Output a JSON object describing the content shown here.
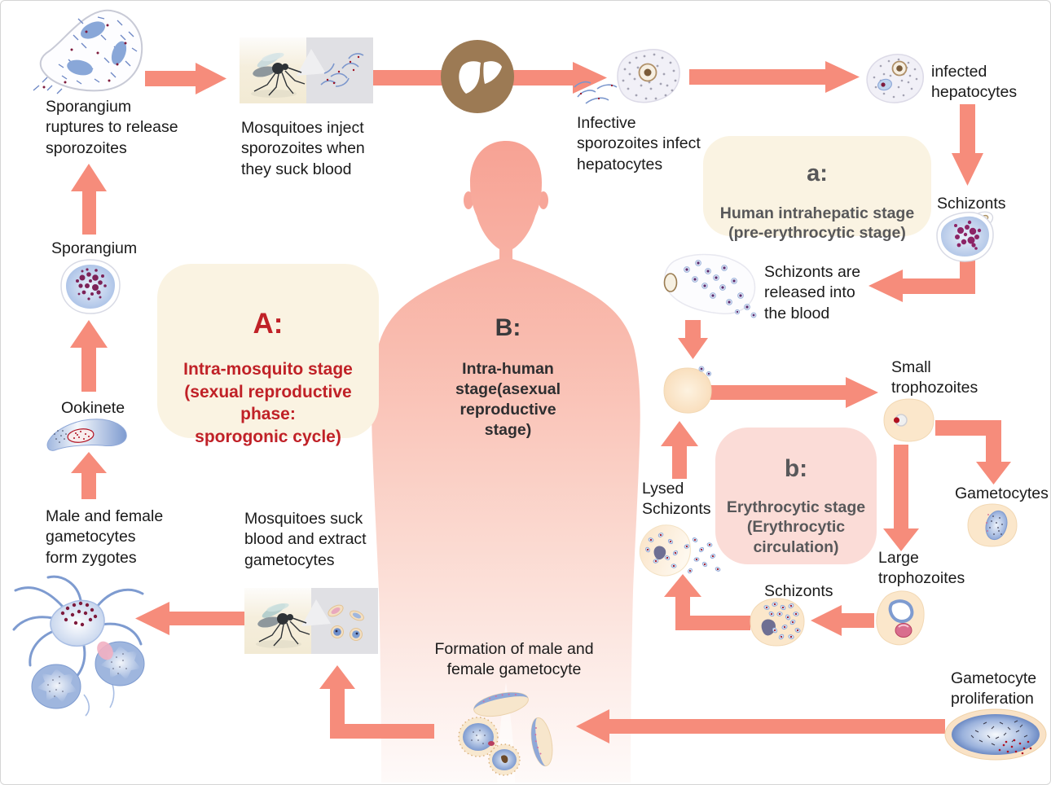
{
  "stages": {
    "A": {
      "heading": "A:",
      "body": "Intra-mosquito stage\n(sexual reproductive phase:\nsporogonic cycle)"
    },
    "B": {
      "heading": "B:",
      "body": "Intra-human\nstage(asexual\nreproductive\nstage)"
    },
    "a": {
      "heading": "a:",
      "body": "Human intrahepatic stage\n(pre-erythrocytic stage)"
    },
    "b": {
      "heading": "b:",
      "body": "Erythrocytic stage\n(Erythrocytic\ncirculation)"
    }
  },
  "labels": {
    "sporangium_ruptures": "Sporangium\nruptures to release\nsporozoites",
    "mosquitoes_inject": "Mosquitoes inject\nsporozoites when\nthey suck blood",
    "infective_sporozoites": "Infective\nsporozoites infect\nhepatocytes",
    "infected_hepatocytes": "infected\nhepatocytes",
    "schizonts_hepatic": "Schizonts",
    "schizonts_released": "Schizonts are\nreleased into\nthe blood",
    "small_trophozoites": "Small\ntrophozoites",
    "gametocytes": "Gametocytes",
    "large_trophozoites": "Large\ntrophozoites",
    "schizonts_erythrocytic": "Schizonts",
    "lysed_schizonts": "Lysed\nSchizonts",
    "gametocyte_proliferation": "Gametocyte\nproliferation",
    "formation_gametocyte": "Formation of male and\nfemale gametocyte",
    "mosquitoes_suck": "Mosquitoes suck\nblood and extract\ngametocytes",
    "male_female_zygotes": "Male and female\ngametocytes\nform zygotes",
    "ookinete": "Ookinete",
    "sporangium": "Sporangium"
  },
  "icons": {
    "liver": "liver-icon",
    "mosquito_top": "mosquito-biting-skin-illustration",
    "mosquito_bottom": "mosquito-biting-skin-illustration",
    "human_body": "human-body-silhouette"
  },
  "colors": {
    "arrow": "#F68C7B",
    "stage_red": "#C02127",
    "box_cream": "#FAF3E2",
    "box_pink": "#FBDCD7",
    "heading_gray": "#58585A",
    "text_dark": "#1A1A1A",
    "body_pink": "#F7A294",
    "liver_brown": "#9C7A54",
    "cell_blue": "#8FA8D8",
    "cell_peach": "#F9E3C6",
    "cluster_purple": "#8C2466"
  }
}
